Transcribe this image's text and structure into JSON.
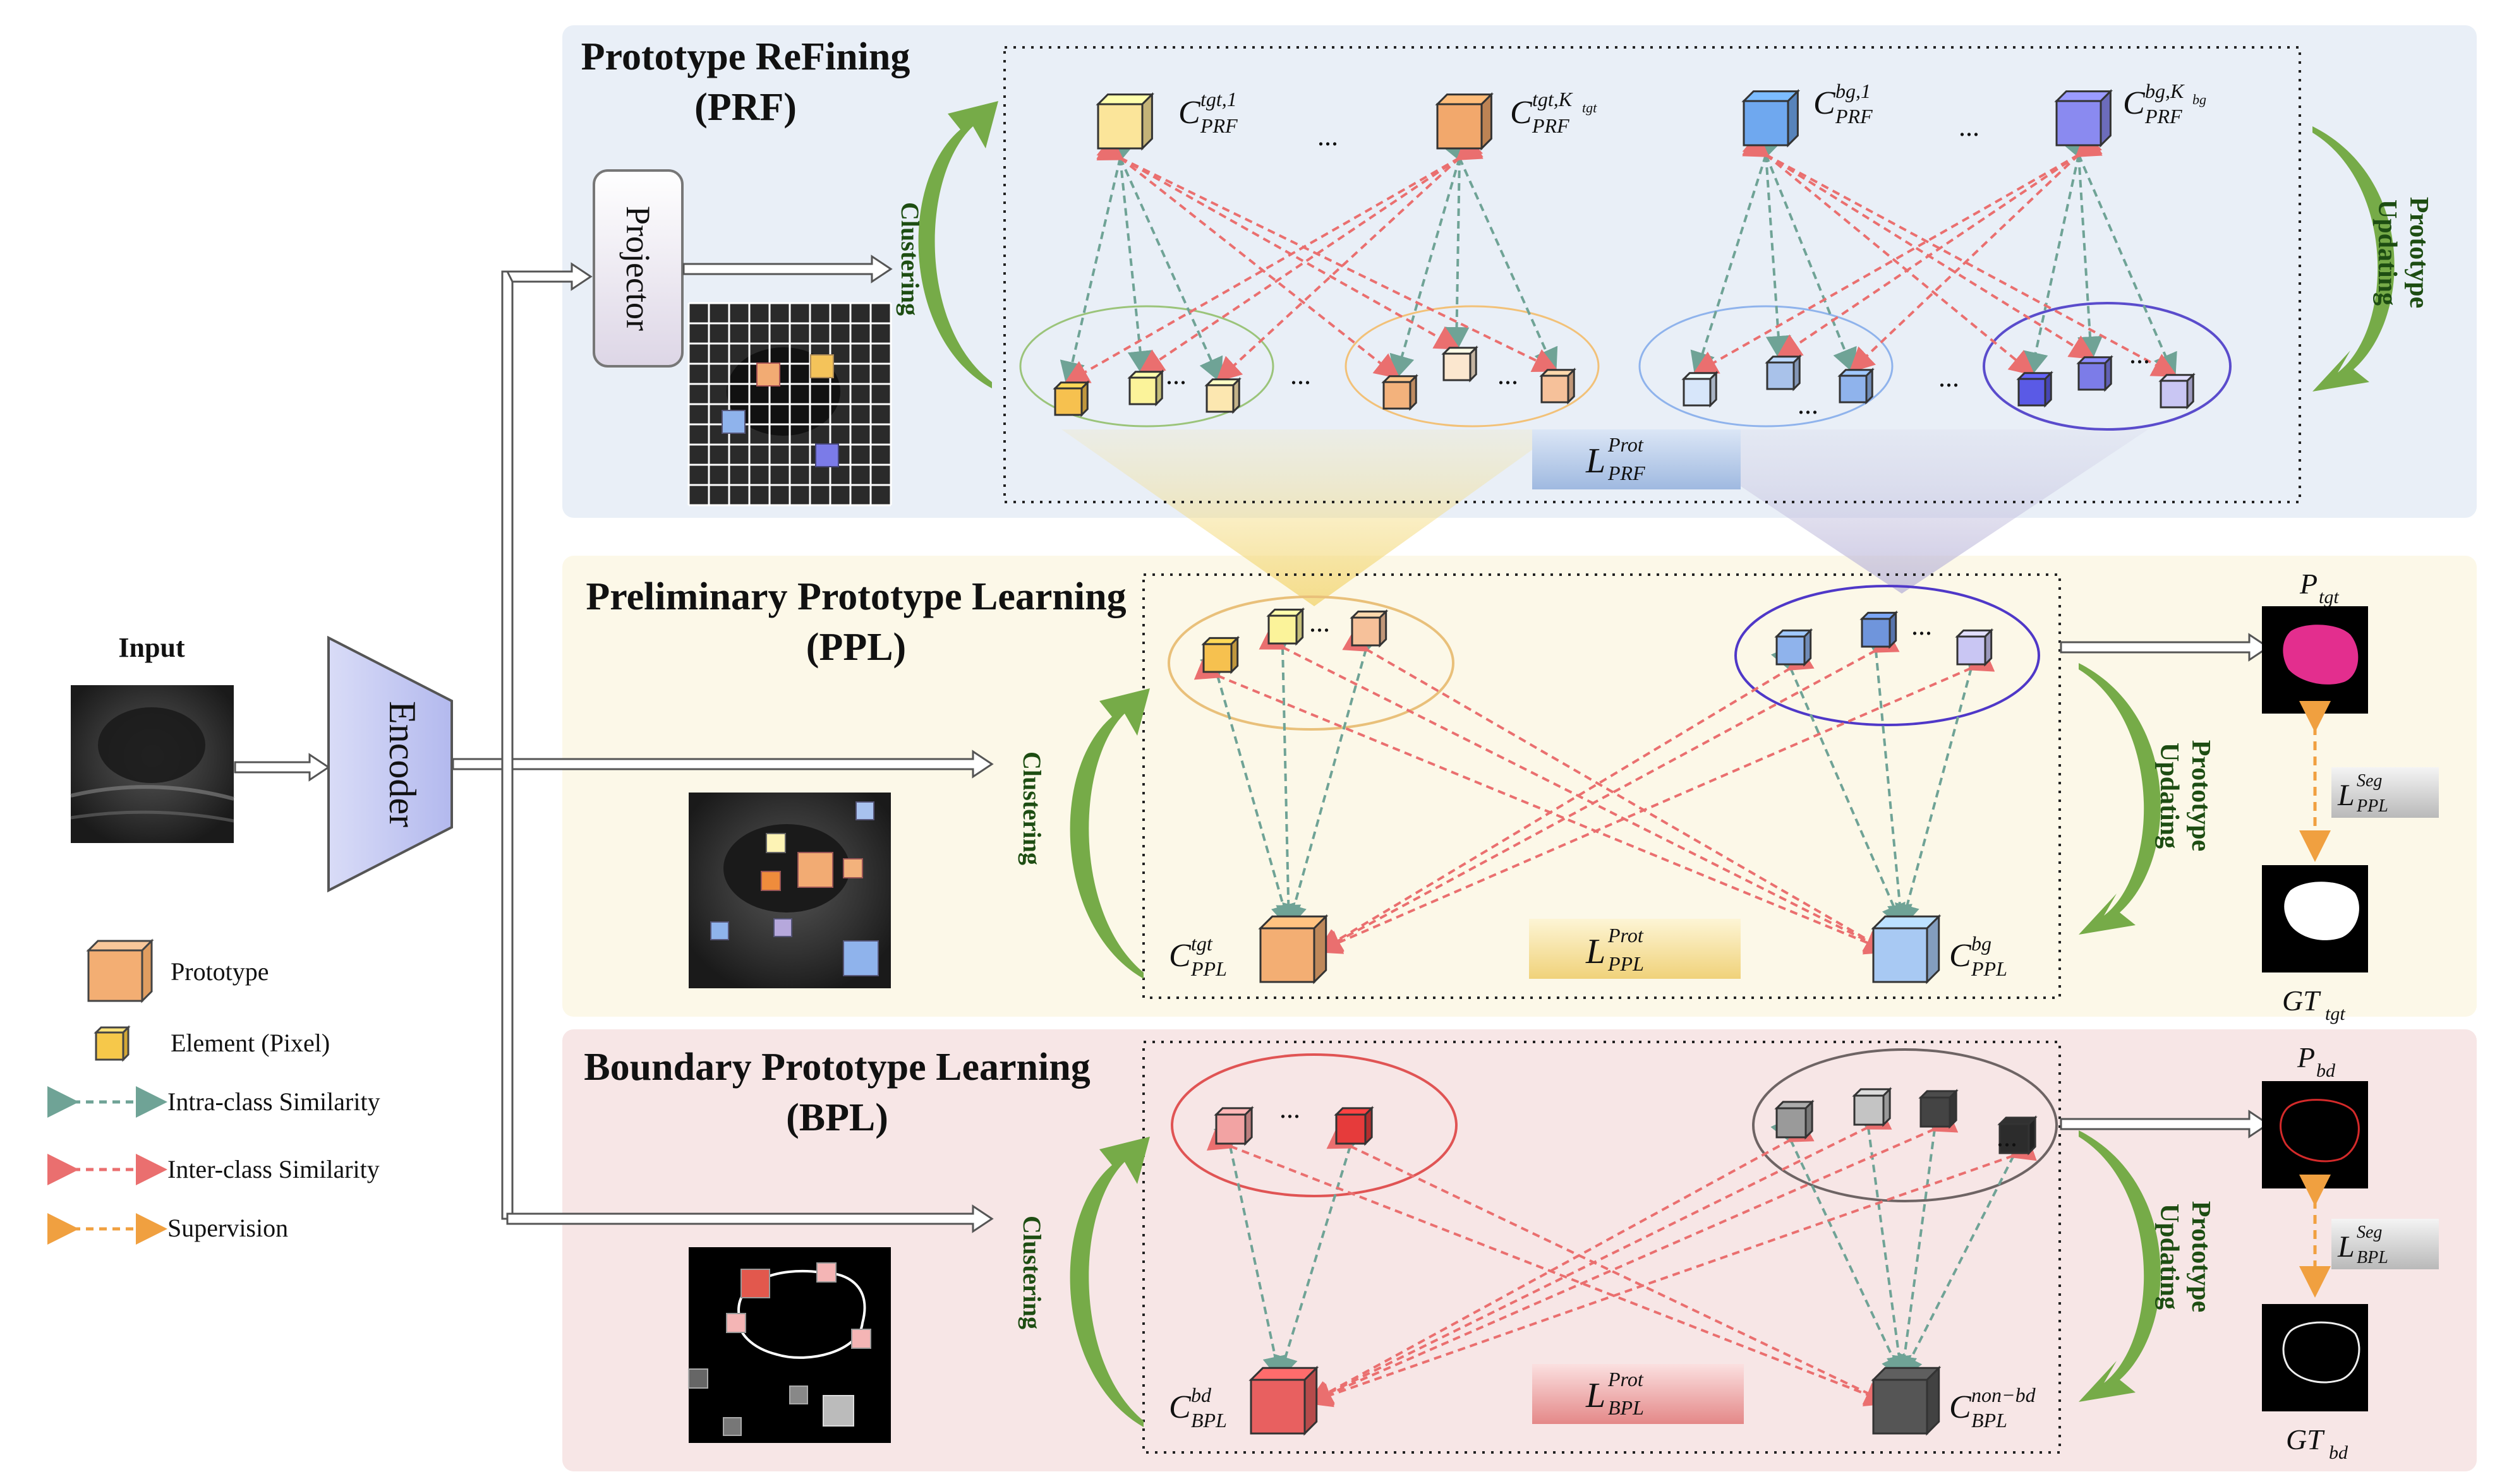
{
  "panels": {
    "prf": {
      "title_line1": "Prototype ReFining",
      "title_line2": "(PRF)"
    },
    "ppl": {
      "title_line1": "Preliminary Prototype Learning",
      "title_line2": "(PPL)"
    },
    "bpl": {
      "title_line1": "Boundary Prototype Learning",
      "title_line2": "(BPL)"
    }
  },
  "input_label": "Input",
  "encoder_label": "Encoder",
  "projector_label": "Projector",
  "clustering_label": "Clustering",
  "prototype_updating": {
    "line1": "Prototype",
    "line2": "Updating"
  },
  "ellipsis": "...",
  "prf_prototypes": [
    {
      "base": "C",
      "sup": "tgt,1",
      "sub": "PRF"
    },
    {
      "base": "C",
      "sup": "tgt,K",
      "sup_sub": "tgt",
      "sub": "PRF"
    },
    {
      "base": "C",
      "sup": "bg,1",
      "sub": "PRF"
    },
    {
      "base": "C",
      "sup": "bg,K",
      "sup_sub": "bg",
      "sub": "PRF"
    }
  ],
  "losses": {
    "prf": {
      "base": "L",
      "sup": "Prot",
      "sub": "PRF"
    },
    "ppl": {
      "base": "L",
      "sup": "Prot",
      "sub": "PPL"
    },
    "bpl": {
      "base": "L",
      "sup": "Prot",
      "sub": "BPL"
    },
    "seg_ppl": {
      "base": "L",
      "sup": "Seg",
      "sub": "PPL"
    },
    "seg_bpl": {
      "base": "L",
      "sup": "Seg",
      "sub": "BPL"
    }
  },
  "ppl_prototypes": {
    "tgt": {
      "base": "C",
      "sup": "tgt",
      "sub": "PPL"
    },
    "bg": {
      "base": "C",
      "sup": "bg",
      "sub": "PPL"
    }
  },
  "bpl_prototypes": {
    "bd": {
      "base": "C",
      "sup": "bd",
      "sub": "BPL"
    },
    "nonbd": {
      "base": "C",
      "sup": "non−bd",
      "sub": "BPL"
    }
  },
  "outputs": {
    "p_tgt": {
      "base": "P",
      "sub": "tgt"
    },
    "gt_tgt": {
      "base": "GT",
      "sub": "tgt"
    },
    "p_bd": {
      "base": "P",
      "sub": "bd"
    },
    "gt_bd": {
      "base": "GT",
      "sub": "bd"
    }
  },
  "legend": {
    "prototype": "Prototype",
    "element": "Element (Pixel)",
    "intra": "Intra-class Similarity",
    "inter": "Inter-class Similarity",
    "supervision": "Supervision"
  },
  "colors": {
    "prf_bg": "#e9eff7",
    "ppl_bg": "#fcf8e8",
    "bpl_bg": "#f7e6e6",
    "intra_arrow": "#6fa396",
    "inter_arrow": "#ea6f6f",
    "supervision_arrow": "#f0a040",
    "green_arrow": "#76ab48",
    "encoder_fill": "#c8cdf2"
  }
}
